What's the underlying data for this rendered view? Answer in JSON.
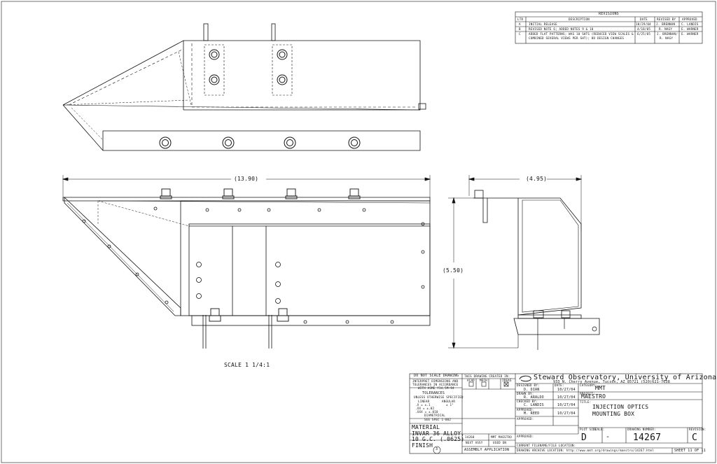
{
  "revisions": {
    "title": "REVISIONS",
    "headers": {
      "ltr": "LTR",
      "description": "DESCRIPTION",
      "date": "DATE",
      "revised_by": "REVISED BY",
      "approved": "APPROVED"
    },
    "rows": [
      {
        "ltr": "A",
        "description": "INITIAL RELEASE",
        "date": "10/29/04",
        "revised_by": "J. BRENNAN",
        "approved": "C. LANDIS"
      },
      {
        "ltr": "B",
        "description": "REVISED NOTE 6; ADDED NOTES 9 & 10",
        "date": "4/18/05",
        "revised_by": "R. NAGY",
        "approved": "E. WARNER"
      },
      {
        "ltr": "C",
        "description_1": "ADDED FLAT PATTERNS; WAS 10 SHTS (REDUCED VIEW SCALES &",
        "description_2": "COMBINED SEVERAL VIEWS PER SHT); 8D DESIGN CHANGES",
        "date": "6/25/05",
        "revised_by_1": "J. BRENNAN/",
        "revised_by_2": "R. NAGY",
        "approved": "E. WARNER"
      }
    ]
  },
  "dimensions": {
    "width": "(13.90)",
    "depth": "(4.95)",
    "height": "(5.50)"
  },
  "scale_note": "SCALE 1 1/4:1",
  "title_block": {
    "do_not_scale": "DO NOT SCALE DRAWING",
    "interpret_1": "INTERPRET DIMENSIONS AND",
    "interpret_2": "TOLERANCES IN ACCORDANCE",
    "interpret_3": "WITH ASME Y14.5M-94",
    "tolerances": "TOLERANCES",
    "unless": "UNLESS OTHERWISE SPECIFIED",
    "linear": "LINEAR",
    "angular": "ANGULAR",
    "tol_x": ".X   = ±.1",
    "tol_xx": ".XX  = ±.02",
    "tol_xxx": ".XXX = ±.010",
    "tol_ang": "± 1°",
    "diametrical": "DIAMETRICAL",
    "see_spec": "SEE SPEC 1-002",
    "created_in": "THIS DRAWING CREATED IN:",
    "cad_acad": "ACAD",
    "cad_mech": "MECH",
    "cad_ideas": "IDEAS",
    "observatory": "Steward Observatory, University of Arizona",
    "address": "933 N. Cherry Avenue, Tucson, AZ  85721   (520)621-7638",
    "designed_by_label": "DESIGNED BY:",
    "designed_by": "D. DIAN",
    "date_label": "DATE:",
    "designed_date": "10/27/04",
    "drawn_by_label": "DRAWN BY:",
    "drawn_by": "R. ARALDO",
    "drawn_date": "10/27/04",
    "checked_by_label": "CHECKED BY:",
    "checked_by": "C. LANDIS",
    "checked_date": "10/27/04",
    "approved_label": "APPROVED:",
    "approved_by": "M. REED",
    "approved_date": "10/27/04",
    "approved2_label": "APPROVED:",
    "approved3_label": "APPROVED:",
    "category_label": "CATEGORY:",
    "category": "MMT",
    "project_label": "PROJECT:",
    "project": "MAESTRO",
    "title_label": "TITLE:",
    "title_1": "INJECTION OPTICS",
    "title_2": "MOUNTING BOX",
    "material_label": "MATERIAL",
    "material_1": "INVAR 36 ALLOY,",
    "material_2": "10 G.C. (.0625)",
    "finish_label": "FINISH",
    "finish_note": "3",
    "next_assy_num": "14260",
    "next_assy_proj": "MMT MAESTRO",
    "next_assy": "NEXT ASSY",
    "used_on": "USED ON",
    "assembly_app": "ASSEMBLY APPLICATION",
    "plot_size_label": "PLOT SIZE",
    "scale_label": "SCALE:",
    "plot_size": "D",
    "scale_value": "-",
    "drawing_number_label": "DRAWING NUMBER:",
    "drawing_number": "14267",
    "revision_label": "REVISION:",
    "revision": "C",
    "current_file": "CURRENT FILENAME/FILE LOCATION:",
    "archive_file": "DRAWING ARCHIVE LOCATION: http://www.mmt.org/drawings/maestro/14267.html",
    "sheet": "SHEET 11 OF 11"
  }
}
